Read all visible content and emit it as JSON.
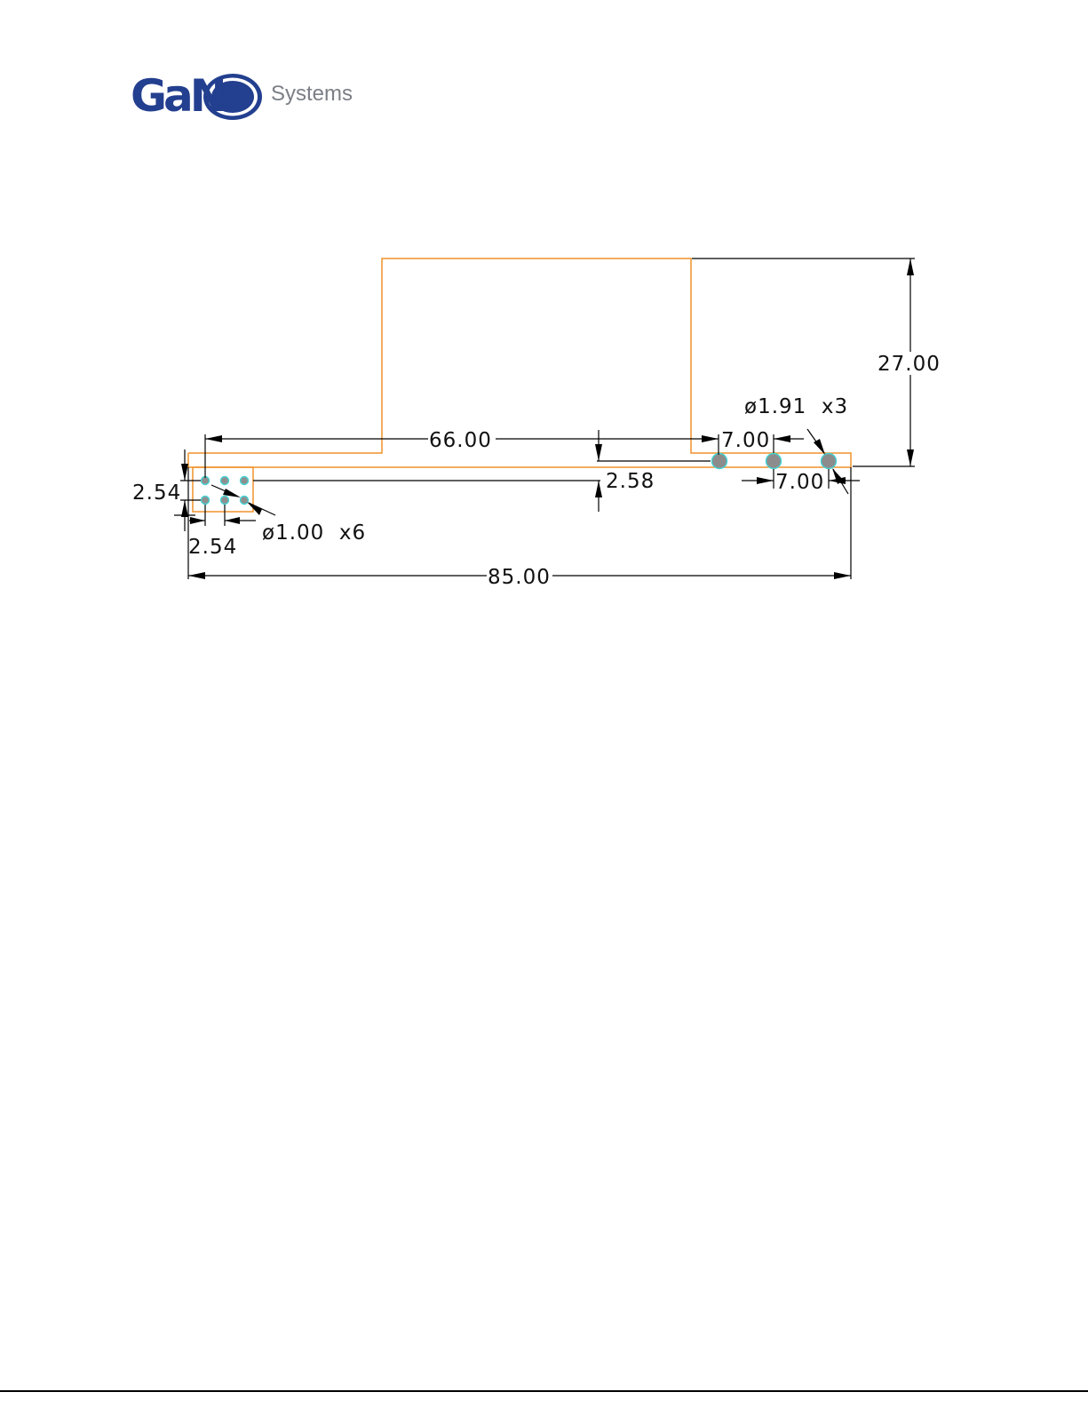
{
  "header": {
    "logo_mark": "GaN",
    "logo_word": "Systems",
    "brand_color": "#233f8f",
    "logo_text_color": "#7b7f86"
  },
  "drawing": {
    "outline_color": "#f0922a",
    "hole_fill_color": "#8c8c8c",
    "hole_edge_color": "#44d4d4",
    "dimensions": {
      "height_27": "27.00",
      "length_66": "66.00",
      "total_85": "85.00",
      "offset_258": "2.58",
      "pitch_7a": "7.00",
      "pitch_7b": "7.00",
      "pitch_254_v": "2.54",
      "pitch_254_h": "2.54"
    },
    "callouts": {
      "large_holes": "ø1.91  x3",
      "small_holes": "ø1.00  x6"
    }
  }
}
